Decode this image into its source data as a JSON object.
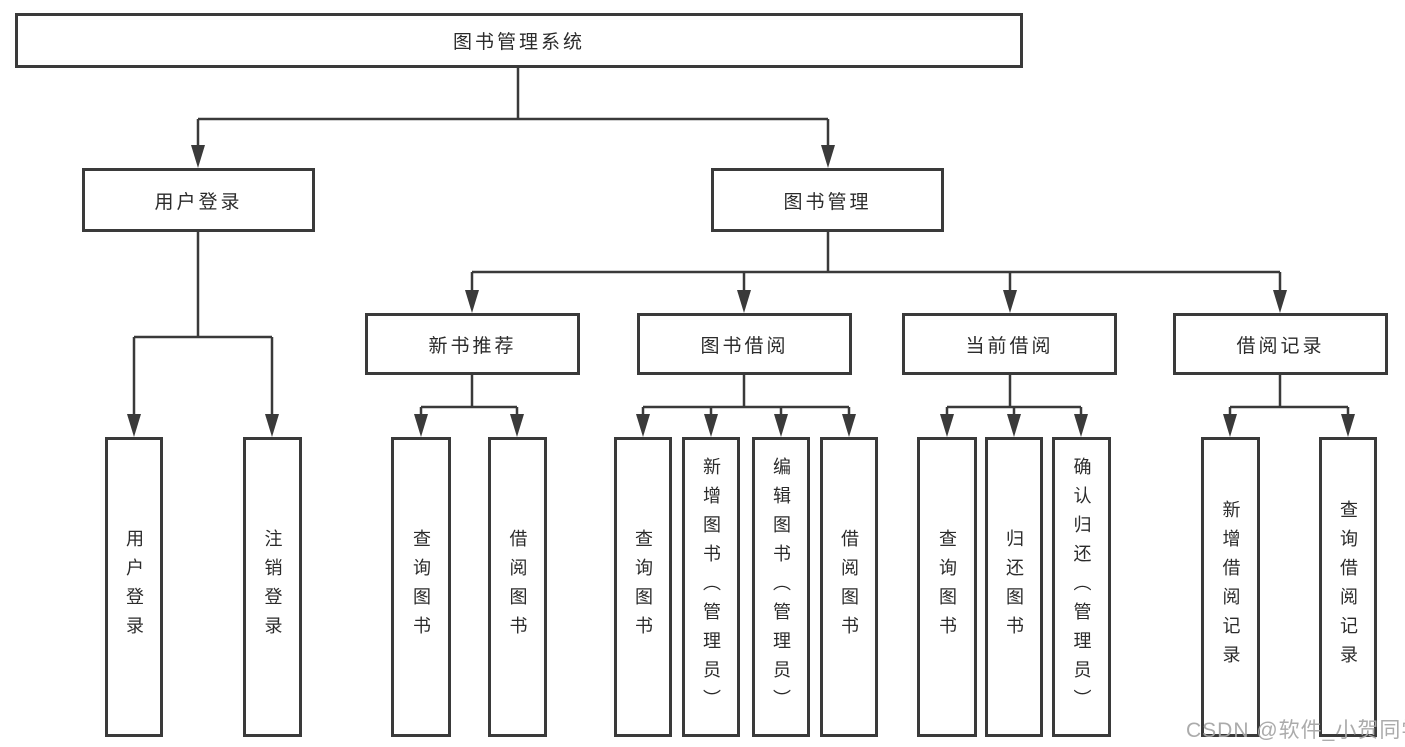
{
  "diagram_type": "hierarchy-tree",
  "colors": {
    "line": "#3a3a3a",
    "box_border": "#3a3a3a",
    "text": "#2b2b2b",
    "background": "#ffffff",
    "watermark": "#a7a7a7"
  },
  "tree": {
    "label": "图书管理系统",
    "children": [
      {
        "label": "用户登录",
        "children": [
          {
            "label": "用户登录"
          },
          {
            "label": "注销登录"
          }
        ]
      },
      {
        "label": "图书管理",
        "children": [
          {
            "label": "新书推荐",
            "children": [
              {
                "label": "查询图书"
              },
              {
                "label": "借阅图书"
              }
            ]
          },
          {
            "label": "图书借阅",
            "children": [
              {
                "label": "查询图书"
              },
              {
                "label": "新增图书（管理员）"
              },
              {
                "label": "编辑图书（管理员）"
              },
              {
                "label": "借阅图书"
              }
            ]
          },
          {
            "label": "当前借阅",
            "children": [
              {
                "label": "查询图书"
              },
              {
                "label": "归还图书"
              },
              {
                "label": "确认归还（管理员）"
              }
            ]
          },
          {
            "label": "借阅记录",
            "children": [
              {
                "label": "新增借阅记录"
              },
              {
                "label": "查询借阅记录"
              }
            ]
          }
        ]
      }
    ]
  },
  "watermark": {
    "text": "CSDN @软件_小贺同学"
  }
}
